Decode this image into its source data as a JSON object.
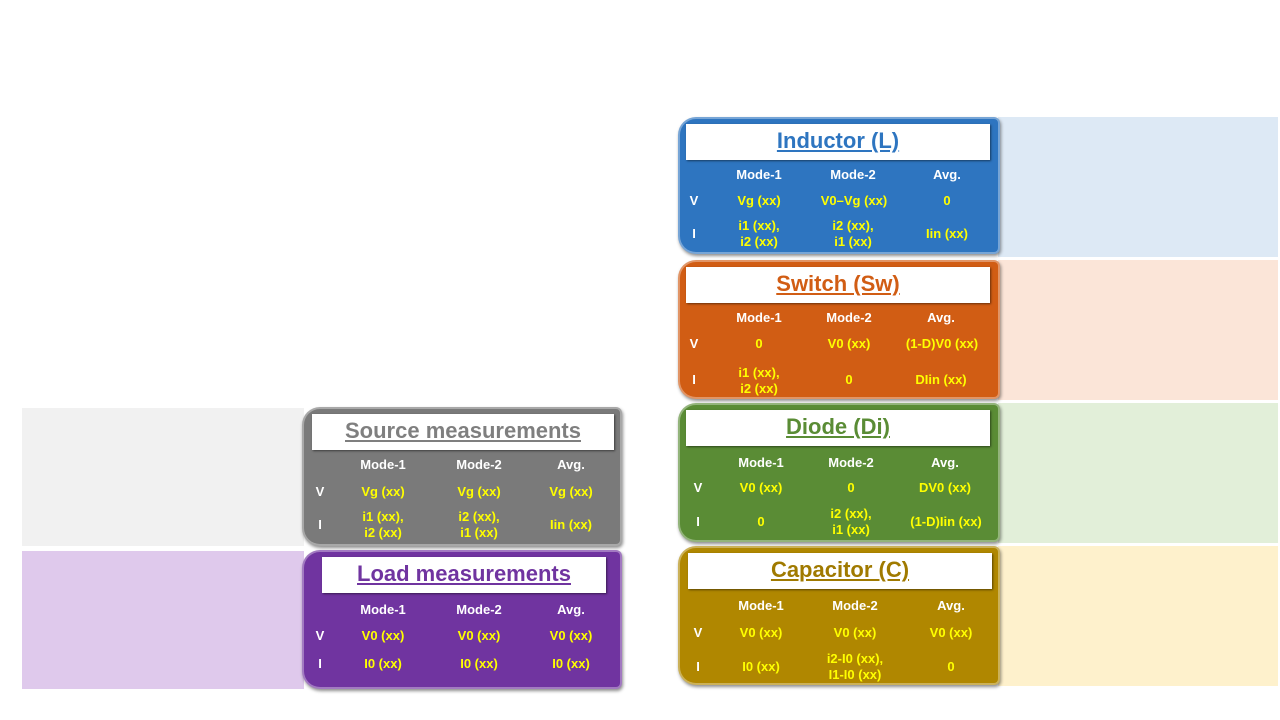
{
  "colors": {
    "inductor": "#2e75c0",
    "switch": "#d15d14",
    "diode": "#5a8c35",
    "capacitor": "#b08700",
    "source": "#7a7a7a",
    "load": "#7034a0",
    "value_text": "#ffff00"
  },
  "inductor": {
    "title": "Inductor (L)",
    "headers": [
      "Mode-1",
      "Mode-2",
      "Avg."
    ],
    "row_labels": [
      "V",
      "I"
    ],
    "v": [
      "Vg  (xx)",
      "V0–Vg (xx)",
      "0"
    ],
    "i": [
      [
        "i1 (xx),",
        "i2 (xx)"
      ],
      [
        "i2 (xx),",
        "i1 (xx)"
      ],
      [
        "Iin (xx)"
      ]
    ]
  },
  "switch": {
    "title": "Switch (Sw)",
    "headers": [
      "Mode-1",
      "Mode-2",
      "Avg."
    ],
    "row_labels": [
      "V",
      "I"
    ],
    "v": [
      "0",
      "V0 (xx)",
      "(1-D)V0  (xx)"
    ],
    "i": [
      [
        "i1 (xx),",
        "i2 (xx)"
      ],
      [
        "0"
      ],
      [
        "DIin (xx)"
      ]
    ]
  },
  "diode": {
    "title": "Diode (Di)",
    "headers": [
      "Mode-1",
      "Mode-2",
      "Avg."
    ],
    "row_labels": [
      "V",
      "I"
    ],
    "v": [
      "V0 (xx)",
      "0",
      "DV0 (xx)"
    ],
    "i": [
      [
        "0"
      ],
      [
        "i2 (xx),",
        "i1 (xx)"
      ],
      [
        "(1-D)Iin  (xx)"
      ]
    ]
  },
  "capacitor": {
    "title": "Capacitor (C)",
    "headers": [
      "Mode-1",
      "Mode-2",
      "Avg."
    ],
    "row_labels": [
      "V",
      "I"
    ],
    "v": [
      "V0 (xx)",
      "V0 (xx)",
      "V0 (xx)"
    ],
    "i": [
      [
        "I0 (xx)"
      ],
      [
        "i2-I0 (xx),",
        "I1-I0 (xx)"
      ],
      [
        "0"
      ]
    ]
  },
  "source": {
    "title": "Source measurements",
    "headers": [
      "Mode-1",
      "Mode-2",
      "Avg."
    ],
    "row_labels": [
      "V",
      "I"
    ],
    "v": [
      "Vg (xx)",
      "Vg (xx)",
      "Vg (xx)"
    ],
    "i": [
      [
        "i1 (xx),",
        "i2 (xx)"
      ],
      [
        "i2 (xx),",
        "i1 (xx)"
      ],
      [
        "Iin (xx)"
      ]
    ]
  },
  "load": {
    "title": "Load measurements",
    "headers": [
      "Mode-1",
      "Mode-2",
      "Avg."
    ],
    "row_labels": [
      "V",
      "I"
    ],
    "v": [
      "V0 (xx)",
      "V0 (xx)",
      "V0 (xx)"
    ],
    "i": [
      [
        "I0 (xx)"
      ],
      [
        "I0 (xx)"
      ],
      [
        "I0 (xx)"
      ]
    ]
  }
}
